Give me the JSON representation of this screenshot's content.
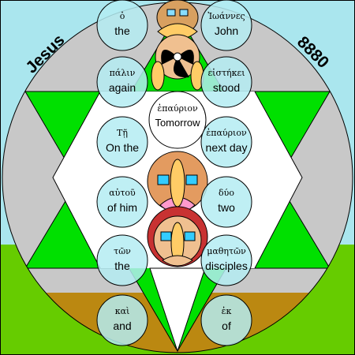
{
  "header": {
    "name": "Jesus",
    "number": "8880"
  },
  "colors": {
    "background": "#aae6ee",
    "green_field": "#66cc00",
    "outer_circle": "#c8c8c8",
    "star_green": "#00e000",
    "star_center": "#ffffff",
    "bottom_band": "#bb8811",
    "word_circle": "#b4ecf2"
  },
  "words": [
    {
      "greek": "ὁ",
      "english": "the"
    },
    {
      "greek": "Ἰωάννες",
      "english": "John"
    },
    {
      "greek": "πάλιν",
      "english": "again"
    },
    {
      "greek": "εἱστήκει",
      "english": "stood"
    },
    {
      "greek": "ἐπαύριον",
      "english": "Tomorrow"
    },
    {
      "greek": "Τῇ",
      "english": "On the"
    },
    {
      "greek": "ἐπαύριον",
      "english": "next day"
    },
    {
      "greek": "αὐτοῦ",
      "english": "of him"
    },
    {
      "greek": "δύο",
      "english": "two"
    },
    {
      "greek": "τῶν",
      "english": "the"
    },
    {
      "greek": "μαθητῶν",
      "english": "disciples"
    },
    {
      "greek": "καὶ",
      "english": "and"
    },
    {
      "greek": "ἐκ",
      "english": "of"
    }
  ]
}
